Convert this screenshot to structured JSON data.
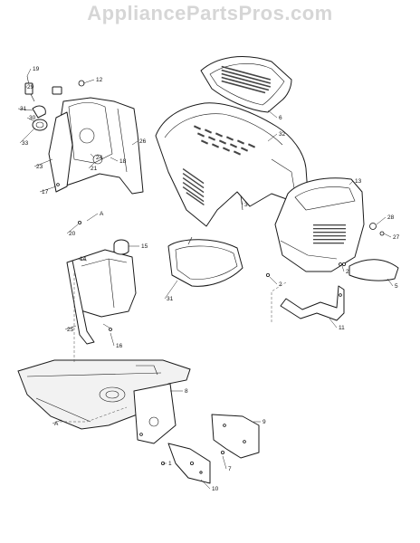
{
  "watermark": "AppliancePartsPros.com",
  "callouts": [
    "19",
    "12",
    "29",
    "31",
    "30",
    "33",
    "23",
    "17",
    "20",
    "A",
    "24",
    "21",
    "18",
    "26",
    "6",
    "32",
    "3",
    "13",
    "28",
    "27",
    "15",
    "14",
    "31",
    "2",
    "5",
    "2",
    "11",
    "25",
    "16",
    "8",
    "A",
    "9",
    "7",
    "1",
    "10"
  ],
  "colors": {
    "line": "#1a1a1a",
    "watermark": "#d6d6d6",
    "background": "#ffffff"
  }
}
